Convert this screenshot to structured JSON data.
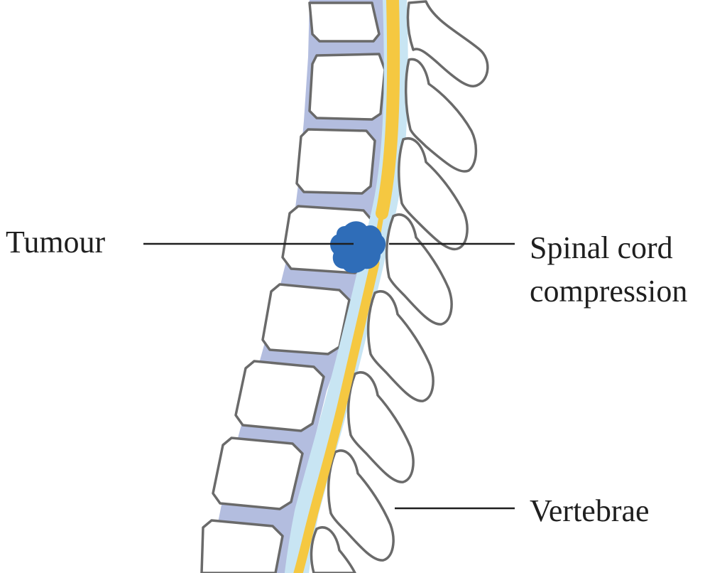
{
  "labels": {
    "tumour": "Tumour",
    "spinal_cord_line1": "Spinal cord",
    "spinal_cord_line2": "compression",
    "vertebrae": "Vertebrae"
  },
  "colors": {
    "background": "#ffffff",
    "disc": "#b3bddf",
    "bone_outline": "#6a6a6a",
    "canal": "#c8e5f3",
    "spinal_cord": "#f5c841",
    "tumour": "#2f6db8",
    "text": "#1f1f1f"
  }
}
